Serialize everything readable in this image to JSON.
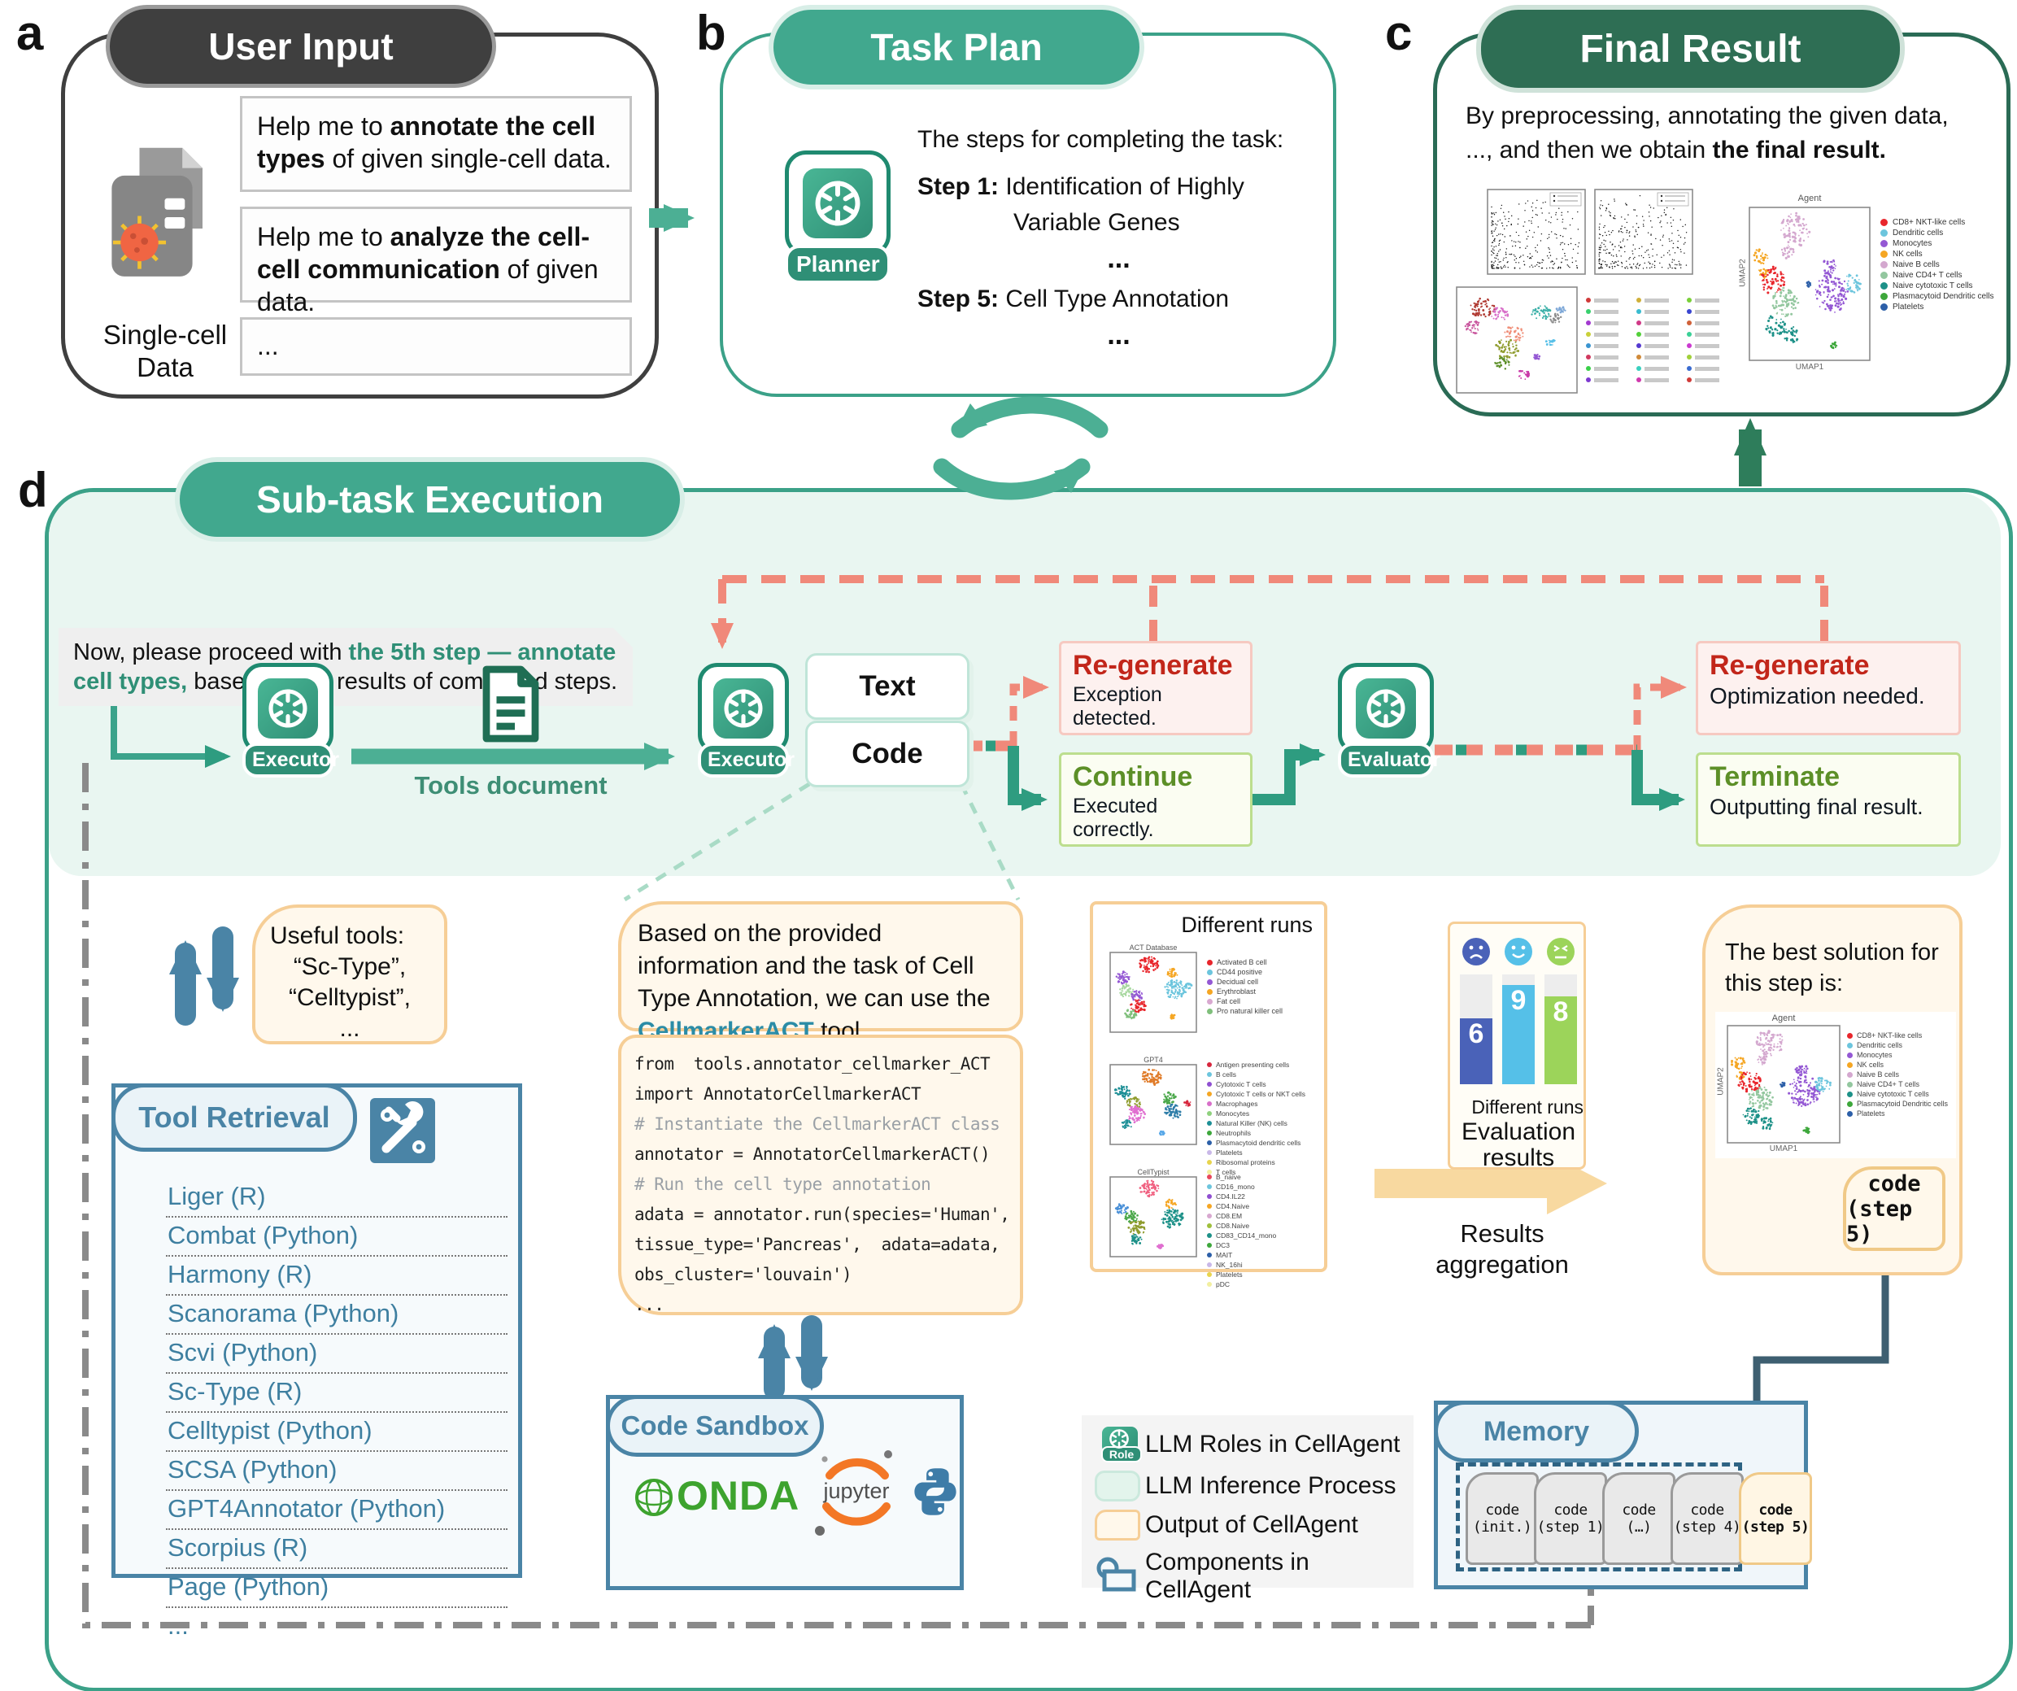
{
  "colors": {
    "teal": "#3BA38B",
    "teal_dark": "#2E7D5B",
    "mint": "#E9F6F1",
    "salmon": "#F0897A",
    "red_text": "#C2261A",
    "green_text": "#5C8F27",
    "cream_border": "#F6CE96",
    "blue": "#4A84A6",
    "grey_header": "#3F3F3F",
    "tool_highlight": "#2B8CA6"
  },
  "labels": {
    "a": "a",
    "b": "b",
    "c": "c",
    "d": "d"
  },
  "panel_a": {
    "title": "User Input",
    "file_label": "Single-cell Data",
    "inputs": [
      {
        "pre": "Help me to ",
        "bold": "annotate the cell types",
        "post": " of given single-cell data."
      },
      {
        "pre": "Help me to ",
        "bold": "analyze the cell-cell communication",
        "post": " of given data."
      },
      {
        "pre": "...",
        "bold": "",
        "post": ""
      }
    ]
  },
  "panel_b": {
    "title": "Task Plan",
    "role": "Planner",
    "intro": "The steps for completing the task:",
    "step1_label": "Step 1:",
    "step1_text": "Identification of Highly",
    "step1_text2": "Variable Genes",
    "ellipsis1": "...",
    "step5_label": "Step 5:",
    "step5_text": "Cell Type Annotation",
    "ellipsis2": "..."
  },
  "panel_c": {
    "title": "Final Result",
    "line1": "By preprocessing, annotating the given data,",
    "line2": "..., and then we obtain ",
    "line2_bold": "the final result.",
    "agent_plot": {
      "title": "Agent",
      "xlabel": "UMAP1",
      "ylabel": "UMAP2"
    }
  },
  "agent_legend": [
    {
      "label": "CD8+ NKT-like cells",
      "color": "#E8262C"
    },
    {
      "label": "Dendritic cells",
      "color": "#6CC5DD"
    },
    {
      "label": "Monocytes",
      "color": "#9458D4"
    },
    {
      "label": "NK cells",
      "color": "#F5A623"
    },
    {
      "label": "Naive B cells",
      "color": "#D4A8CF"
    },
    {
      "label": "Naive CD4+ T cells",
      "color": "#93C79F"
    },
    {
      "label": "Naive cytotoxic T cells",
      "color": "#1D9188"
    },
    {
      "label": "Plasmacytoid Dendritic cells",
      "color": "#3DA73B"
    },
    {
      "label": "Platelets",
      "color": "#2C5FA8"
    }
  ],
  "panel_d": {
    "title": "Sub-task Execution",
    "instruction": {
      "pre": "Now, please proceed with ",
      "highlight": "the 5th step — annotate cell types,",
      "post": " based on the results of completed steps."
    },
    "roles": {
      "executor1": "Executor",
      "executor2": "Executor",
      "evaluator": "Evaluator"
    },
    "tools_document": "Tools document",
    "outputs": {
      "text": "Text",
      "code": "Code"
    },
    "regenerate1": {
      "title": "Re-generate",
      "desc": "Exception detected."
    },
    "continue_box": {
      "title": "Continue",
      "desc": "Executed correctly."
    },
    "regenerate2": {
      "title": "Re-generate",
      "desc": "Optimization needed."
    },
    "terminate": {
      "title": "Terminate",
      "desc": "Outputting final result."
    },
    "useful_tools": {
      "header": "Useful tools:",
      "items": [
        "“Sc-Type”,",
        "“Celltypist”,",
        "..."
      ]
    },
    "tool_retrieval": {
      "title": "Tool Retrieval",
      "items": [
        "Liger (R)",
        "Combat (Python)",
        "Harmony (R)",
        "Scanorama (Python)",
        "Scvi (Python)",
        "Sc-Type (R)",
        "Celltypist (Python)",
        "SCSA (Python)",
        "GPT4Annotator (Python)",
        "Scorpius (R)",
        "Page (Python)",
        "..."
      ]
    },
    "explanation": {
      "pre": "Based on the provided information and the task of Cell Type Annotation, we can use the ",
      "tool": "CellmarkerACT",
      "post": " tool."
    },
    "code_lines": [
      {
        "t": "from  tools.annotator_cellmarker_ACT",
        "c": "code"
      },
      {
        "t": "import AnnotatorCellmarkerACT",
        "c": "code"
      },
      {
        "t": "# Instantiate the CellmarkerACT class",
        "c": "comment"
      },
      {
        "t": "annotator = AnnotatorCellmarkerACT()",
        "c": "code"
      },
      {
        "t": "# Run the cell type annotation",
        "c": "comment"
      },
      {
        "t": "adata = annotator.run(species='Human',",
        "c": "code"
      },
      {
        "t": "tissue_type='Pancreas',  adata=adata,",
        "c": "code"
      },
      {
        "t": "obs_cluster='louvain')",
        "c": "code"
      },
      {
        "t": "...",
        "c": "code"
      }
    ],
    "code_sandbox": {
      "title": "Code Sandbox",
      "conda": "ONDA",
      "jupyter": "jupyter"
    },
    "different_runs": {
      "title": "Different runs",
      "plots": [
        {
          "title": "ACT Database",
          "legend": [
            {
              "label": "Activated B cell",
              "color": "#E8262C"
            },
            {
              "label": "CD44 positive",
              "color": "#6CC5DD"
            },
            {
              "label": "Decidual cell",
              "color": "#9458D4"
            },
            {
              "label": "Erythroblast",
              "color": "#F5A623"
            },
            {
              "label": "Fat cell",
              "color": "#D8A8D0"
            },
            {
              "label": "Pro natural killer cell",
              "color": "#7FBF7B"
            }
          ]
        },
        {
          "title": "GPT4",
          "legend": [
            {
              "label": "Antigen presenting cells",
              "color": "#D7263D"
            },
            {
              "label": "B cells",
              "color": "#6CC5DD"
            },
            {
              "label": "Cytotoxic T cells",
              "color": "#8F4FD1"
            },
            {
              "label": "Cytotoxic T cells or NKT cells",
              "color": "#F5A623"
            },
            {
              "label": "Macrophages",
              "color": "#D86FC9"
            },
            {
              "label": "Monocytes",
              "color": "#8FD17E"
            },
            {
              "label": "Natural Killer (NK) cells",
              "color": "#1D8F96"
            },
            {
              "label": "Neutrophils",
              "color": "#3DA73B"
            },
            {
              "label": "Plasmacytoid dendritic cells",
              "color": "#2C5FA8"
            },
            {
              "label": "Platelets",
              "color": "#C9B8E8"
            },
            {
              "label": "Ribosomal proteins",
              "color": "#E8D44D"
            },
            {
              "label": "T cells",
              "color": "#F2EFA0"
            }
          ]
        },
        {
          "title": "CellTypist",
          "legend": [
            {
              "label": "B_naive",
              "color": "#E8485C"
            },
            {
              "label": "CD16_mono",
              "color": "#6CC5DD"
            },
            {
              "label": "CD4.IL22",
              "color": "#8F4FD1"
            },
            {
              "label": "CD4.Naive",
              "color": "#F5A623"
            },
            {
              "label": "CD8.EM",
              "color": "#D8A8D0"
            },
            {
              "label": "CD8.Naive",
              "color": "#9FBF3B"
            },
            {
              "label": "CD83_CD14_mono",
              "color": "#1D9188"
            },
            {
              "label": "DC3",
              "color": "#3DA73B"
            },
            {
              "label": "MAIT",
              "color": "#2C5FA8"
            },
            {
              "label": "NK_16hi",
              "color": "#C9B8E8"
            },
            {
              "label": "Platelets",
              "color": "#E8D44D"
            },
            {
              "label": "pDC",
              "color": "#F2EFA0"
            }
          ]
        }
      ]
    },
    "evaluation": {
      "scores": [
        {
          "value": "6",
          "color": "#4A62B8",
          "mood": "sad"
        },
        {
          "value": "9",
          "color": "#55C0E8",
          "mood": "happy"
        },
        {
          "value": "8",
          "color": "#9CD45A",
          "mood": "neutral"
        }
      ],
      "axis_label": "Different runs",
      "caption": "Evaluation results",
      "aggregation_label": "Results aggregation"
    },
    "best_solution": {
      "heading": "The best solution for this step is:",
      "plot_title": "Agent",
      "xlabel": "UMAP1",
      "ylabel": "UMAP2",
      "tag_line1": "code",
      "tag_line2": "(step 5)"
    },
    "memory": {
      "title": "Memory",
      "cards": [
        {
          "l1": "code",
          "l2": "(init.)"
        },
        {
          "l1": "code",
          "l2": "(step 1)"
        },
        {
          "l1": "code",
          "l2": "(…)"
        },
        {
          "l1": "code",
          "l2": "(step 4)"
        },
        {
          "l1": "code",
          "l2": "(step 5)"
        }
      ]
    },
    "legend": {
      "items": [
        "LLM Roles in CellAgent",
        "LLM Inference Process",
        "Output of CellAgent",
        "Components in CellAgent"
      ],
      "role_badge": "Role"
    }
  }
}
